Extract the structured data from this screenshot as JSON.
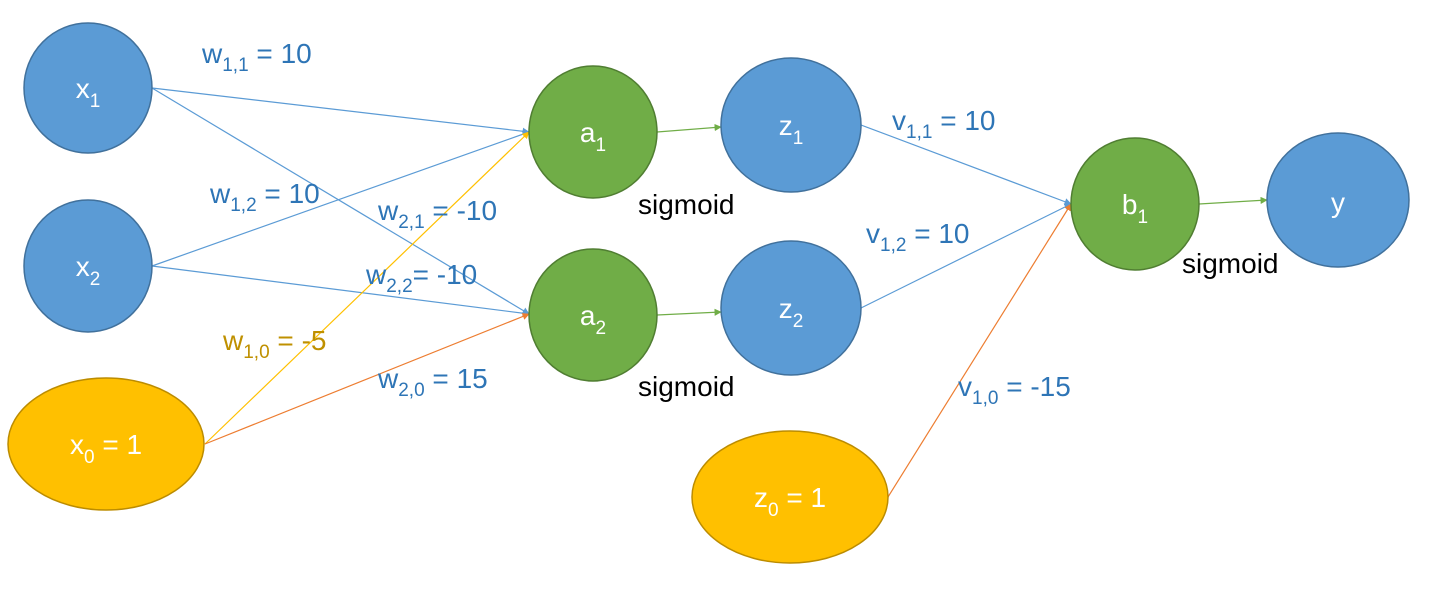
{
  "colors": {
    "input_node_fill": "#5b9bd5",
    "input_node_stroke": "#41719c",
    "hidden_node_fill": "#70ad47",
    "hidden_node_stroke": "#507e32",
    "bias_node_fill": "#ffc000",
    "bias_node_stroke": "#bc8c00",
    "blue_edge": "#5b9bd5",
    "green_edge": "#70ad47",
    "yellow_edge": "#ffc000",
    "orange_edge": "#ed7d31",
    "weight_text_blue": "#2e75b6",
    "weight_text_gold": "#bf9000",
    "activation_text": "#000000"
  },
  "nodes": {
    "x1": {
      "base": "x",
      "sub": "1"
    },
    "x2": {
      "base": "x",
      "sub": "2"
    },
    "x0": {
      "base": "x",
      "sub": "0",
      "suffix": " = 1"
    },
    "a1": {
      "base": "a",
      "sub": "1"
    },
    "a2": {
      "base": "a",
      "sub": "2"
    },
    "z1": {
      "base": "z",
      "sub": "1"
    },
    "z2": {
      "base": "z",
      "sub": "2"
    },
    "z0": {
      "base": "z",
      "sub": "0",
      "suffix": " = 1"
    },
    "b1": {
      "base": "b",
      "sub": "1"
    },
    "y": {
      "base": "y"
    }
  },
  "weights": {
    "w11": {
      "base": "w",
      "sub": "1,1",
      "value": " = 10"
    },
    "w12": {
      "base": "w",
      "sub": "1,2",
      "value": " = 10"
    },
    "w21": {
      "base": "w",
      "sub": "2,1",
      "value": " = -10"
    },
    "w22": {
      "base": "w",
      "sub": "2,2",
      "value": "= -10"
    },
    "w10": {
      "base": "w",
      "sub": "1,0",
      "value": " = -5"
    },
    "w20": {
      "base": "w",
      "sub": "2,0",
      "value": " = 15"
    },
    "v11": {
      "base": "v",
      "sub": "1,1",
      "value": " = 10"
    },
    "v12": {
      "base": "v",
      "sub": "1,2",
      "value": " = 10"
    },
    "v10": {
      "base": "v",
      "sub": "1,0",
      "value": " = -15"
    }
  },
  "activations": {
    "a1": "sigmoid",
    "a2": "sigmoid",
    "b1": "sigmoid"
  }
}
